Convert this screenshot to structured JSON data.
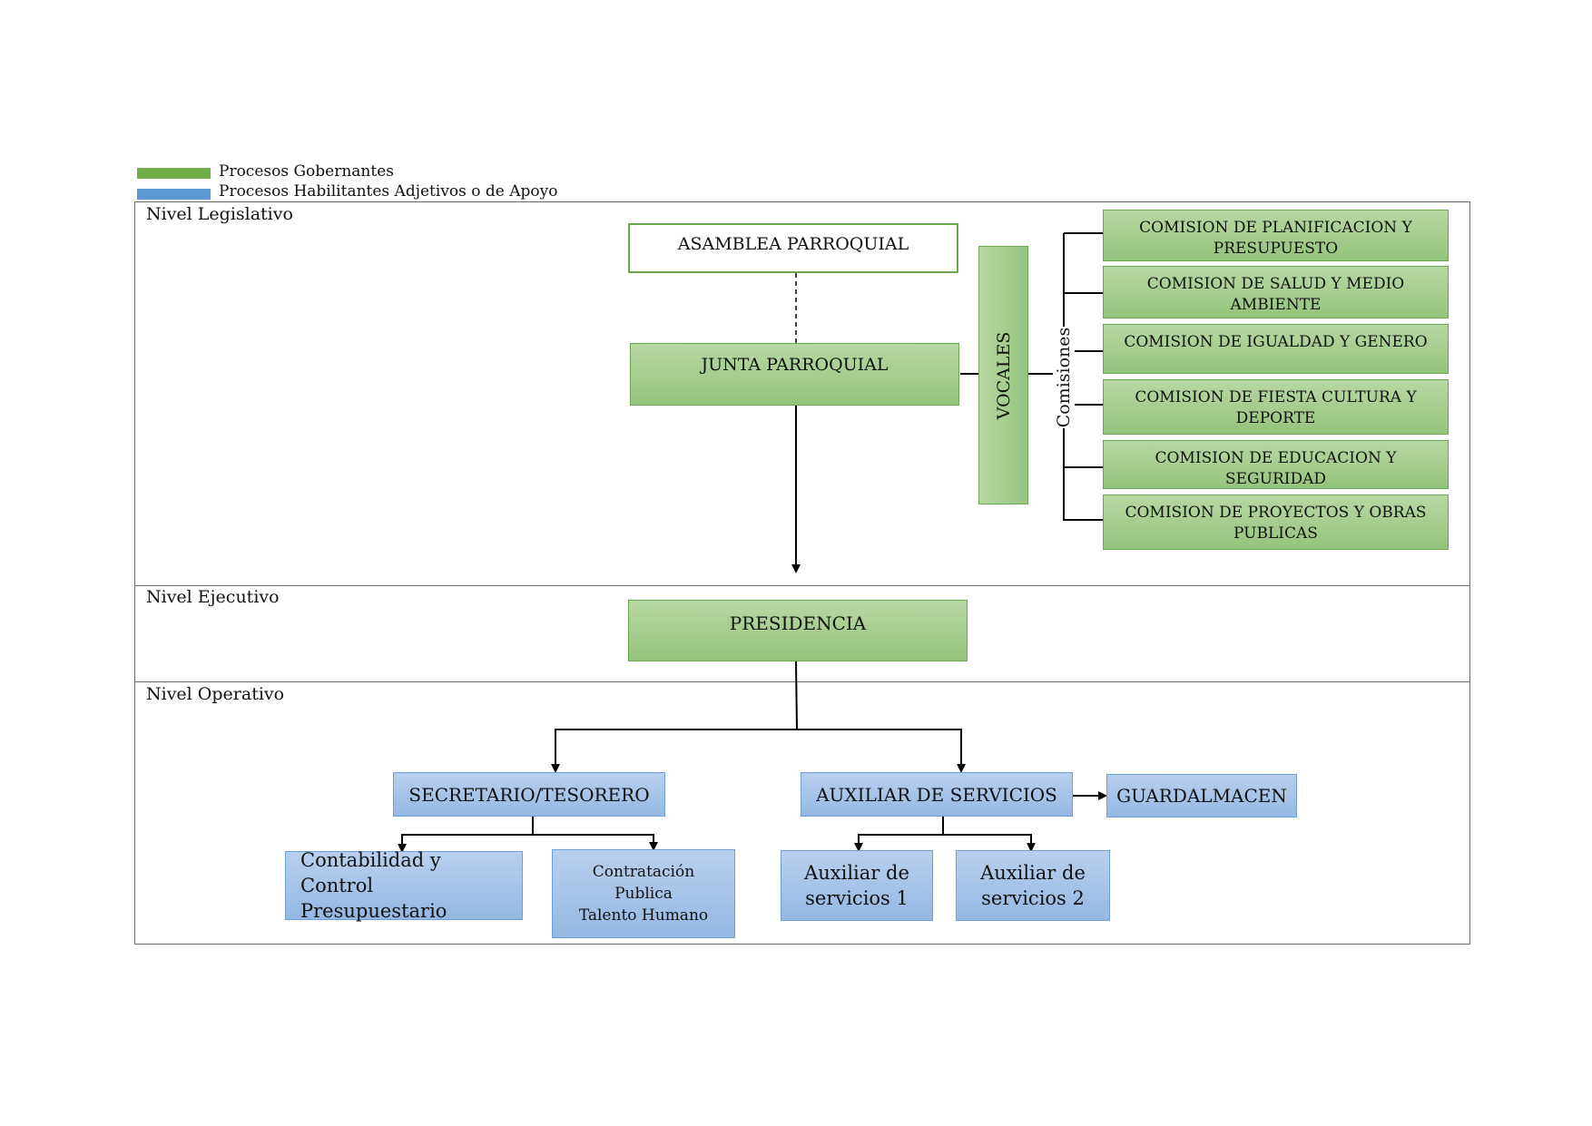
{
  "legend": {
    "gobernantes": {
      "label": "Procesos Gobernantes",
      "color": "#70ad47"
    },
    "habilitantes": {
      "label": "Procesos Habilitantes Adjetivos o de Apoyo",
      "color": "#5b9bd5"
    }
  },
  "levels": {
    "legislativo": "Nivel Legislativo",
    "ejecutivo": "Nivel Ejecutivo",
    "operativo": "Nivel Operativo"
  },
  "nodes": {
    "asamblea": "ASAMBLEA PARROQUIAL",
    "junta": "JUNTA PARROQUIAL",
    "vocales": "VOCALES",
    "comisiones_label": "Comisiones",
    "presidencia": "PRESIDENCIA",
    "secretario": "SECRETARIO/TESORERO",
    "auxiliar": "AUXILIAR DE SERVICIOS",
    "guardalmacen": "GUARDALMACEN",
    "contabilidad": [
      "Contabilidad y Control",
      "Presupuestario"
    ],
    "contratacion": [
      "Contratación",
      "Publica",
      "Talento Humano"
    ],
    "aux1": [
      "Auxiliar de",
      "servicios 1"
    ],
    "aux2": [
      "Auxiliar de",
      "servicios 2"
    ]
  },
  "comisiones": [
    [
      "COMISION DE PLANIFICACION Y",
      "PRESUPUESTO"
    ],
    [
      "COMISION DE SALUD Y MEDIO AMBIENTE"
    ],
    [
      "COMISION DE IGUALDAD Y GENERO"
    ],
    [
      "COMISION DE FIESTA CULTURA Y",
      "DEPORTE"
    ],
    [
      "COMISION DE EDUCACION Y SEGURIDAD"
    ],
    [
      "COMISION DE PROYECTOS Y OBRAS",
      "PUBLICAS"
    ]
  ]
}
